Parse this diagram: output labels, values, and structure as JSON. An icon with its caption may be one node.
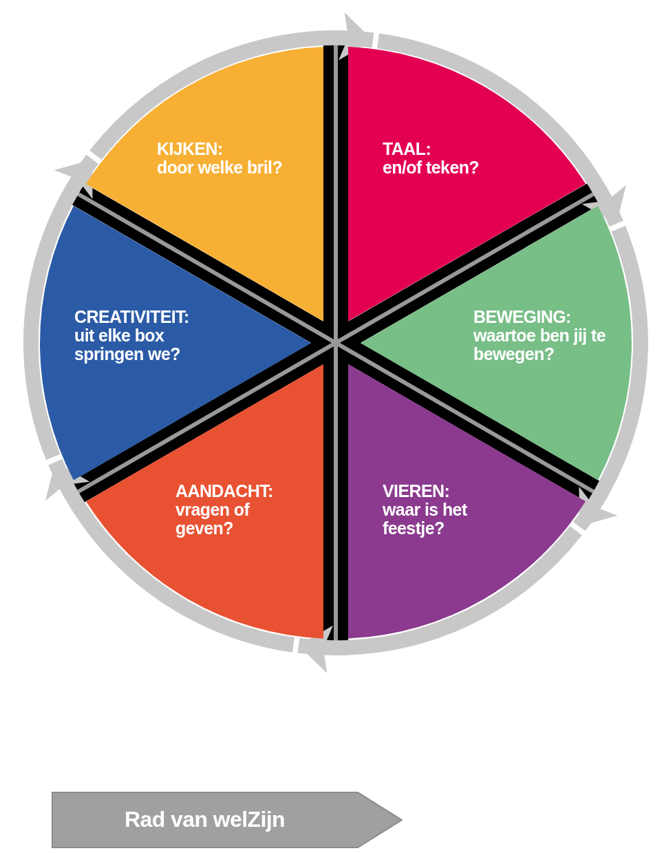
{
  "diagram": {
    "nodes": [
      {
        "text": [
          "KIJKEN:",
          "door welke bril?"
        ]
      },
      {
        "text": [
          "TAAL:",
          "en/of teken?"
        ]
      },
      {
        "text": [
          "CREATIVITEIT:",
          "uit elke box springen we?"
        ]
      },
      {
        "text": [
          "BEWEGING:",
          "waartoe ben jij te bewegen?"
        ]
      },
      {
        "text": [
          "AANDACHT:",
          "vragen of geven?"
        ]
      },
      {
        "text": [
          "VIEREN:",
          "waar is het feestje?"
        ]
      },
      {
        "text": [
          "Rad van welZijn"
        ]
      }
    ],
    "edges": [
      {
        "from": 0,
        "to": 1,
        "arrow": "to"
      },
      {
        "from": 1,
        "to": 3,
        "arrow": "to"
      },
      {
        "from": 3,
        "to": 5,
        "arrow": "to"
      },
      {
        "from": 5,
        "to": 4,
        "arrow": "to"
      },
      {
        "from": 4,
        "to": 2,
        "arrow": "to"
      },
      {
        "from": 2,
        "to": 0,
        "arrow": "to"
      }
    ]
  }
}
